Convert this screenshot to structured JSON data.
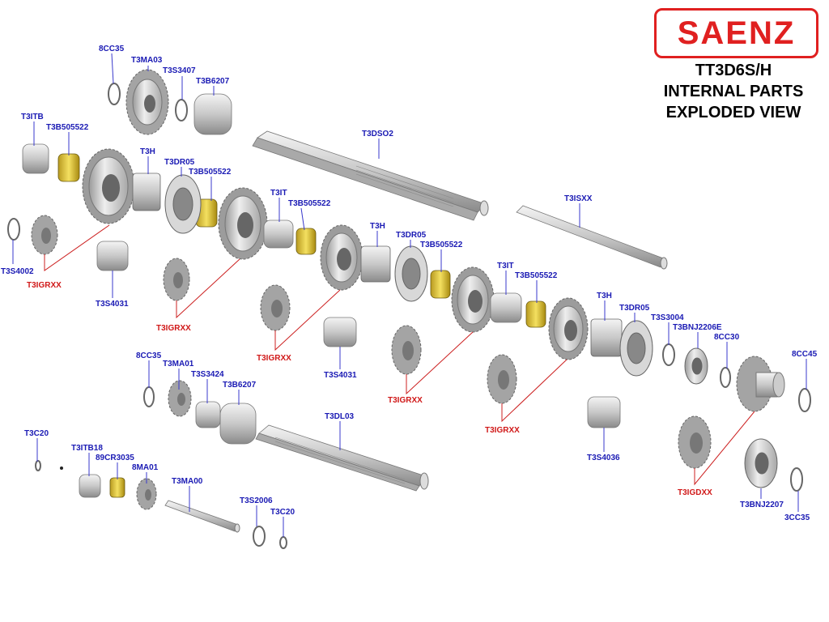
{
  "brand": {
    "logo_text": "SAENZ",
    "color": "#e02020"
  },
  "title": {
    "line1": "TT3D6S/H",
    "line2": "INTERNAL PARTS",
    "line3": "EXPLODED VIEW"
  },
  "colors": {
    "part_label": "#1a1ab4",
    "gear_label": "#d01818",
    "leader_blue": "#3a3acc",
    "leader_red": "#cc2020"
  },
  "part_labels": [
    "8CC35",
    "T3MA03",
    "T3S3407",
    "T3B6207",
    "T3ITB",
    "T3B505522",
    "T3H",
    "T3DR05",
    "T3B505522",
    "T3IT",
    "T3B505522",
    "T3DSO2",
    "T3H",
    "T3DR05",
    "T3B505522",
    "T3ISXX",
    "T3IT",
    "T3B505522",
    "T3H",
    "T3DR05",
    "T3S3004",
    "T3BNJ2206E",
    "8CC30",
    "8CC45",
    "T3S4002",
    "T3S4031",
    "T3S4031",
    "8CC35",
    "T3MA01",
    "T3S3424",
    "T3B6207",
    "T3DL03",
    "T3S4036",
    "T3C20",
    "T3ITB18",
    "89CR3035",
    "8MA01",
    "T3MA00",
    "T3S2006",
    "T3C20",
    "T3BNJ2207",
    "3CC35"
  ],
  "gear_labels": [
    "T3IGRXX",
    "T3IGRXX",
    "T3IGRXX",
    "T3IGRXX",
    "T3IGRXX",
    "T3IGDXX"
  ]
}
